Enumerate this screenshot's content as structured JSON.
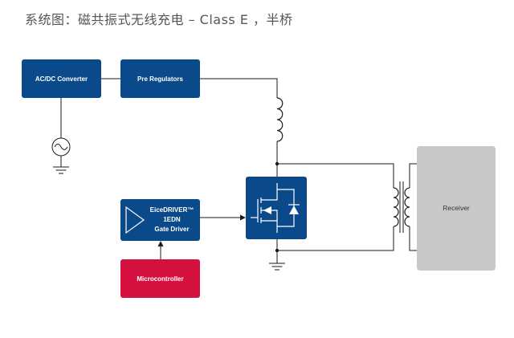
{
  "title": "系统图：磁共振式无线充电 – Class E ，半桥",
  "blocks": {
    "acdc": "AC/DC Converter",
    "prereg": "Pre Regulators",
    "driver_line1": "EiceDRIVER™",
    "driver_line2": "1EDN",
    "driver_line3": "Gate Driver",
    "micro": "Microcontroller",
    "receiver": "Receiver"
  },
  "colors": {
    "block_blue": "#0a4a8a",
    "micro_red": "#d5113f",
    "receiver_gray": "#c8c8c8"
  }
}
